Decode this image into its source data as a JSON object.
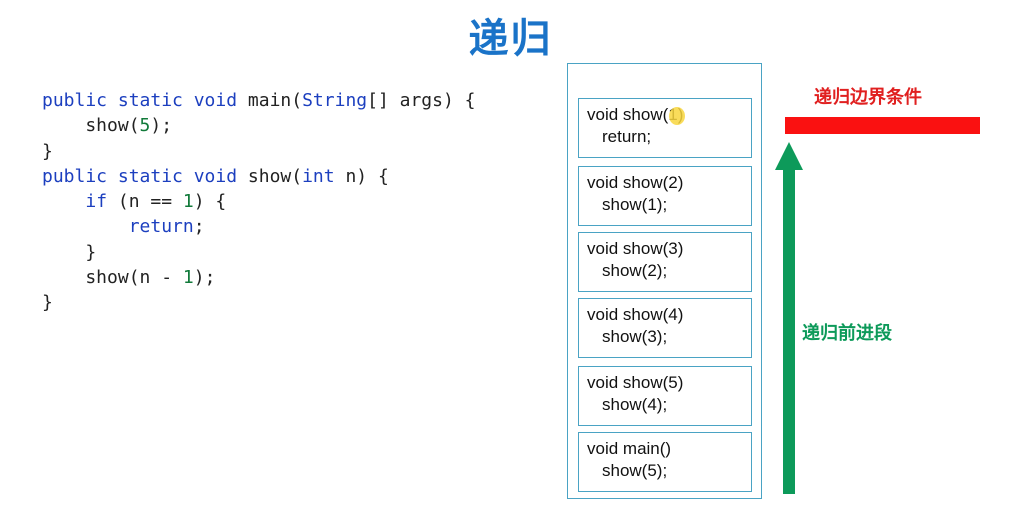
{
  "title": "递归",
  "code": {
    "lines": [
      [
        {
          "t": "public static void ",
          "c": "kw"
        },
        {
          "t": "main(",
          "c": ""
        },
        {
          "t": "String",
          "c": "kw"
        },
        {
          "t": "[] args) {",
          "c": ""
        }
      ],
      [
        {
          "t": "    show(",
          "c": ""
        },
        {
          "t": "5",
          "c": "num"
        },
        {
          "t": ");",
          "c": ""
        }
      ],
      [
        {
          "t": "}",
          "c": ""
        }
      ],
      [
        {
          "t": "public static void ",
          "c": "kw"
        },
        {
          "t": "show(",
          "c": ""
        },
        {
          "t": "int",
          "c": "kw"
        },
        {
          "t": " n) {",
          "c": ""
        }
      ],
      [
        {
          "t": "    ",
          "c": ""
        },
        {
          "t": "if",
          "c": "kw"
        },
        {
          "t": " (n == ",
          "c": ""
        },
        {
          "t": "1",
          "c": "num"
        },
        {
          "t": ") {",
          "c": ""
        }
      ],
      [
        {
          "t": "        ",
          "c": ""
        },
        {
          "t": "return",
          "c": "kw"
        },
        {
          "t": ";",
          "c": ""
        }
      ],
      [
        {
          "t": "    }",
          "c": ""
        }
      ],
      [
        {
          "t": "    show(n - ",
          "c": ""
        },
        {
          "t": "1",
          "c": "num"
        },
        {
          "t": ");",
          "c": ""
        }
      ],
      [
        {
          "t": "}",
          "c": ""
        }
      ]
    ]
  },
  "stack": {
    "frames": [
      {
        "signature": "void show(1)",
        "body": "return;"
      },
      {
        "signature": "void show(2)",
        "body": "show(1);"
      },
      {
        "signature": "void show(3)",
        "body": "show(2);"
      },
      {
        "signature": "void show(4)",
        "body": "show(3);"
      },
      {
        "signature": "void show(5)",
        "body": "show(4);"
      },
      {
        "signature": "void main()",
        "body": "show(5);"
      }
    ]
  },
  "annotations": {
    "boundary_label": "递归边界条件",
    "phase_label": "递归前进段"
  },
  "colors": {
    "title": "#1a73c8",
    "keyword": "#1c3fbf",
    "number": "#117a3a",
    "frame_border": "#4aa3c4",
    "boundary": "#fa1111",
    "boundary_text": "#e02020",
    "arrow": "#0d9a5a",
    "cursor_highlight": "#f8d63e"
  }
}
